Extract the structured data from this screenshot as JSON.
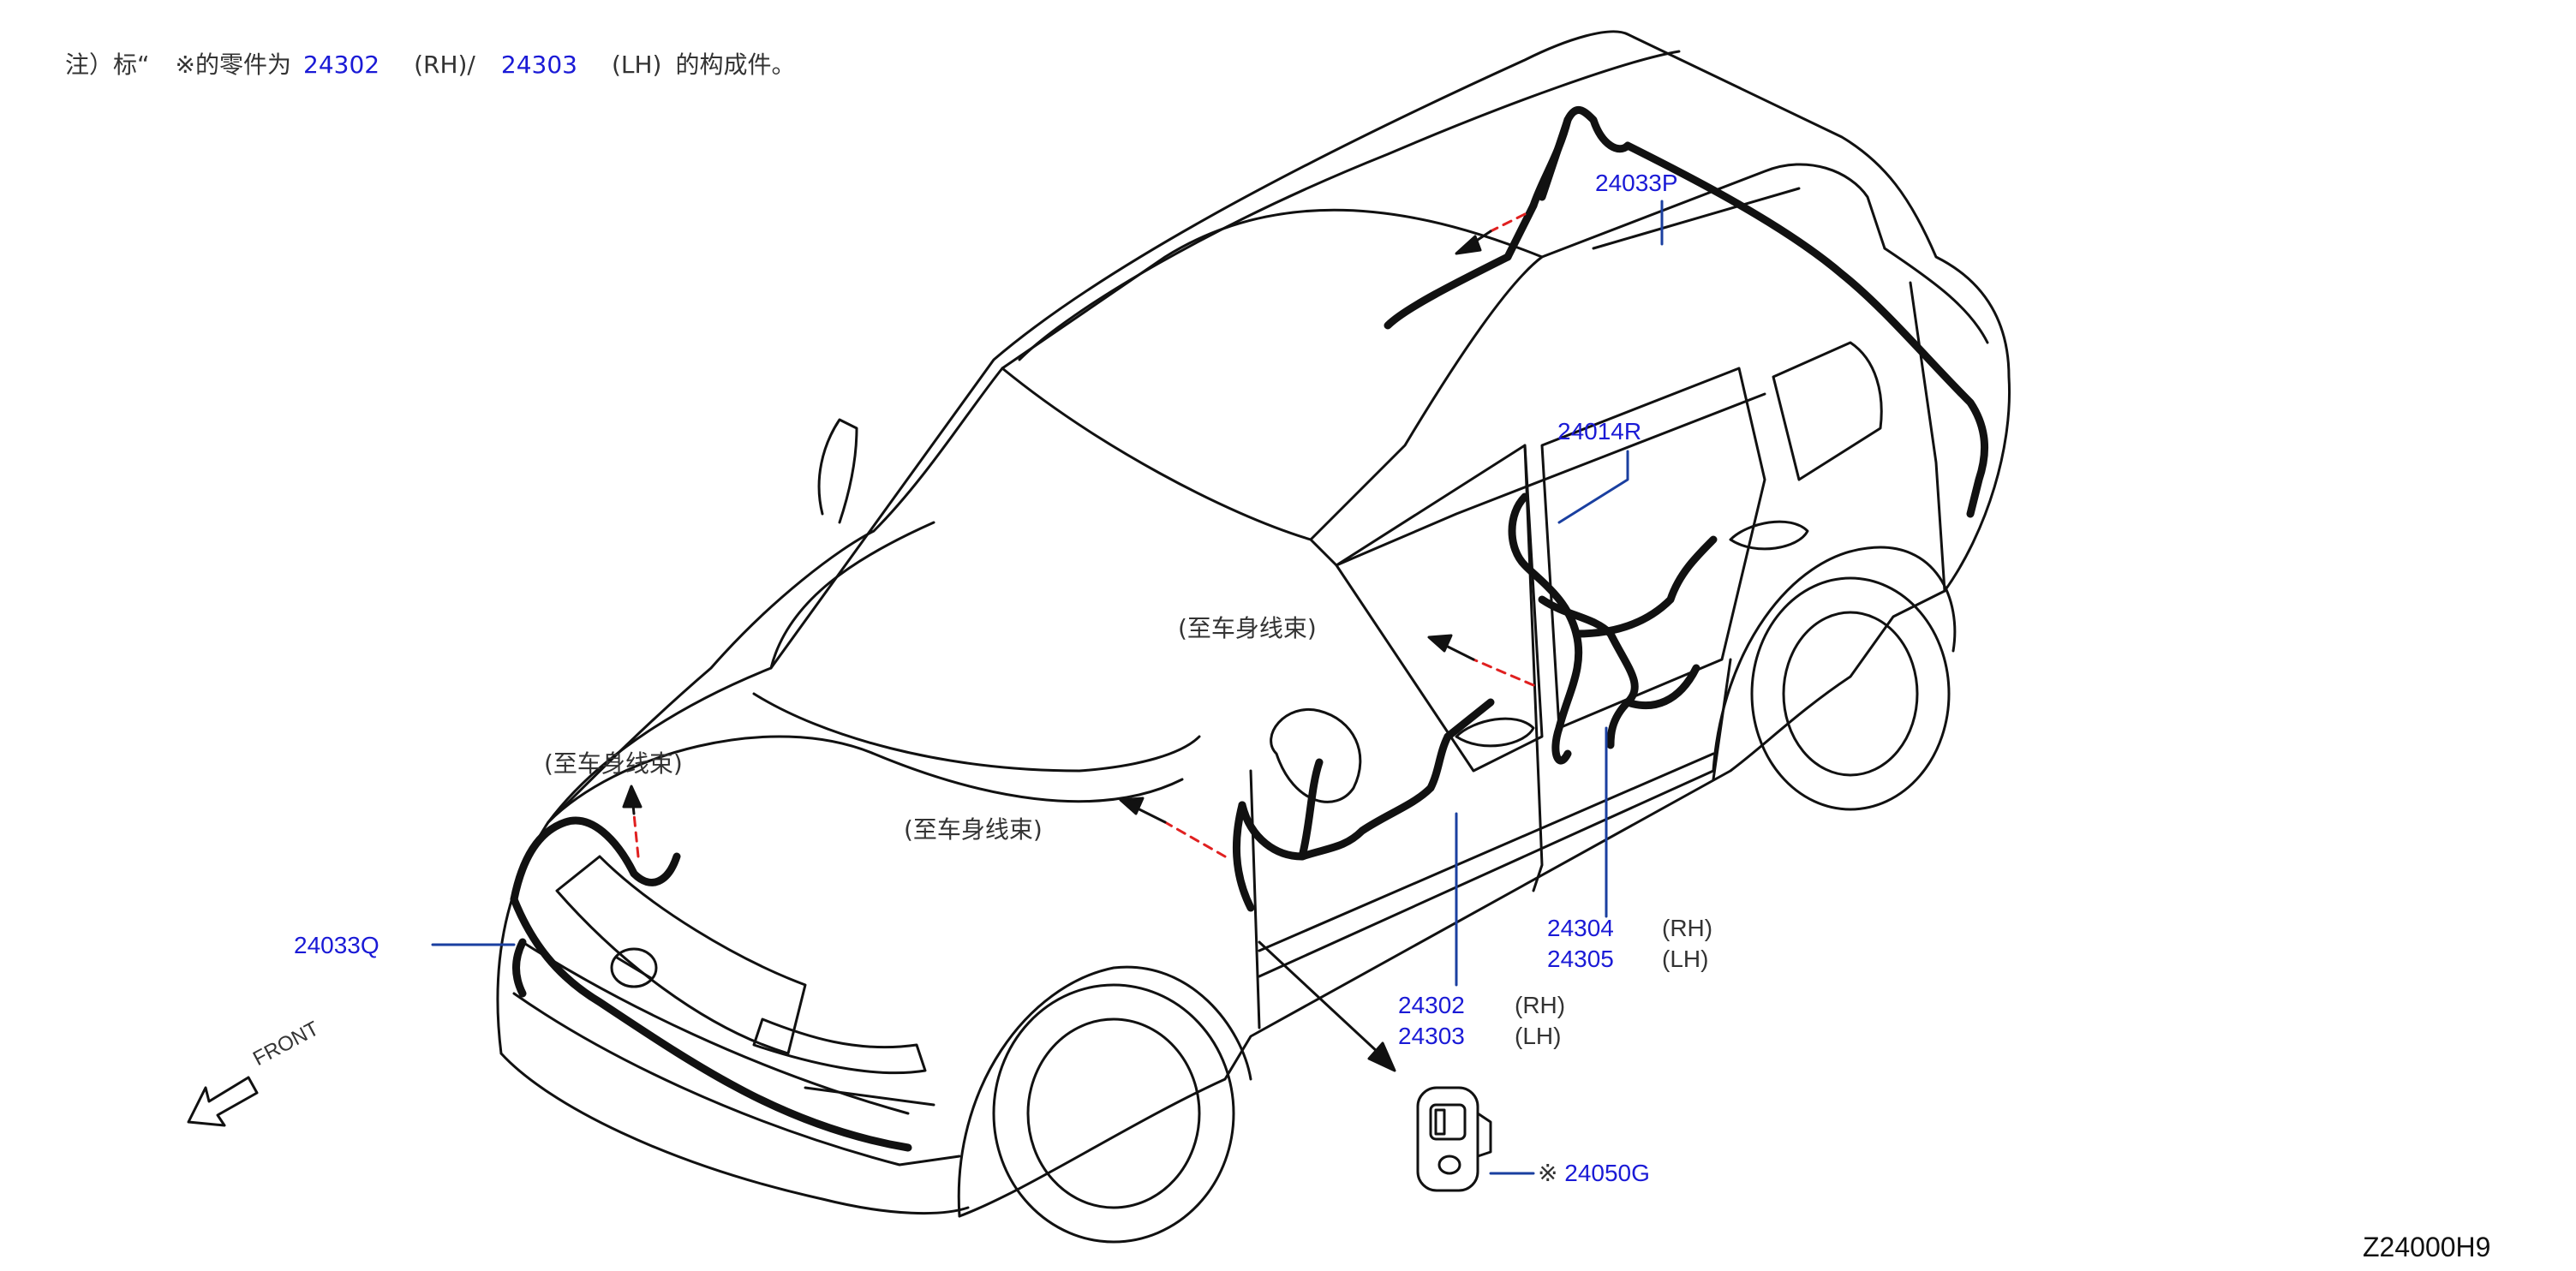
{
  "note": {
    "prefix": "注）标“",
    "mark": "※",
    "middle": "的零件为",
    "part_rh": "24302",
    "rh": "(RH)/",
    "part_lh": "24303",
    "lh": "(LH)",
    "suffix": "的构成件。"
  },
  "callouts": {
    "roof": "24033P",
    "rear_door": "24014R",
    "front_bumper": "24033Q",
    "rear_door_part_rh": "24304",
    "rear_door_part_lh": "24305",
    "front_door_part_rh": "24302",
    "front_door_part_lh": "24303",
    "rh": "(RH)",
    "lh": "(LH)",
    "module_mark": "※",
    "module": "24050G"
  },
  "to_body": "(至车身线束)",
  "front_label": "FRONT",
  "diagram_code": "Z24000H9",
  "colors": {
    "part_number": "#1a1ad6",
    "leader": "#1a3fa0",
    "dash": "#e02020",
    "line": "#111111"
  }
}
